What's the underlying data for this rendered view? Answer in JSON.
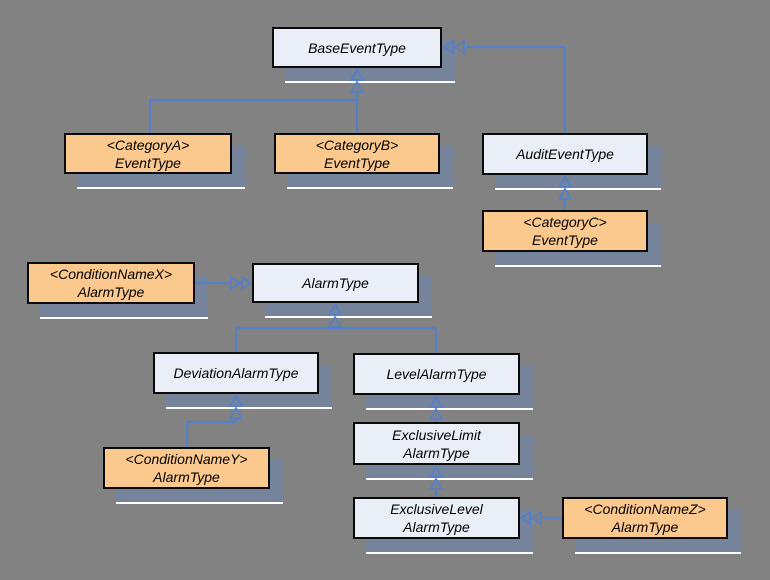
{
  "figure": {
    "description": "Event type hierarchy diagram",
    "notation": "double open triangle arrowheads point from subtype to supertype (HasSubtype)"
  },
  "palette": {
    "background": "#828282",
    "standard_fill": "#EAEFF7",
    "instance_fill": "#FBC88E",
    "border": "#0a0a0a",
    "shadow": "#75839B",
    "connector": "#5580C8"
  },
  "nodes": [
    {
      "id": "base-event-type",
      "kind": "standard",
      "lines": [
        "BaseEventType"
      ]
    },
    {
      "id": "category-a-event-type",
      "kind": "instance",
      "lines": [
        "<CategoryA>",
        "EventType"
      ]
    },
    {
      "id": "category-b-event-type",
      "kind": "instance",
      "lines": [
        "<CategoryB>",
        "EventType"
      ]
    },
    {
      "id": "audit-event-type",
      "kind": "standard",
      "lines": [
        "AuditEventType"
      ]
    },
    {
      "id": "category-c-event-type",
      "kind": "instance",
      "lines": [
        "<CategoryC>",
        "EventType"
      ]
    },
    {
      "id": "condition-name-x-alarm-type",
      "kind": "instance",
      "lines": [
        "<ConditionNameX>",
        "AlarmType"
      ]
    },
    {
      "id": "alarm-type",
      "kind": "standard",
      "lines": [
        "AlarmType"
      ]
    },
    {
      "id": "deviation-alarm-type",
      "kind": "standard",
      "lines": [
        "DeviationAlarmType"
      ]
    },
    {
      "id": "level-alarm-type",
      "kind": "standard",
      "lines": [
        "LevelAlarmType"
      ]
    },
    {
      "id": "condition-name-y-alarm-type",
      "kind": "instance",
      "lines": [
        "<ConditionNameY>",
        "AlarmType"
      ]
    },
    {
      "id": "exclusive-limit-alarm-type",
      "kind": "standard",
      "lines": [
        "ExclusiveLimit",
        "AlarmType"
      ]
    },
    {
      "id": "exclusive-level-alarm-type",
      "kind": "standard",
      "lines": [
        "ExclusiveLevel",
        "AlarmType"
      ]
    },
    {
      "id": "condition-name-z-alarm-type",
      "kind": "instance",
      "lines": [
        "<ConditionNameZ>",
        "AlarmType"
      ]
    }
  ],
  "connections": [
    {
      "from": "category-a-event-type",
      "to": "base-event-type",
      "relation": "HasSubtype"
    },
    {
      "from": "category-b-event-type",
      "to": "base-event-type",
      "relation": "HasSubtype"
    },
    {
      "from": "audit-event-type",
      "to": "base-event-type",
      "relation": "HasSubtype"
    },
    {
      "from": "category-c-event-type",
      "to": "audit-event-type",
      "relation": "HasSubtype"
    },
    {
      "from": "condition-name-x-alarm-type",
      "to": "alarm-type",
      "relation": "HasSubtype"
    },
    {
      "from": "deviation-alarm-type",
      "to": "alarm-type",
      "relation": "HasSubtype"
    },
    {
      "from": "level-alarm-type",
      "to": "alarm-type",
      "relation": "HasSubtype"
    },
    {
      "from": "condition-name-y-alarm-type",
      "to": "deviation-alarm-type",
      "relation": "HasSubtype"
    },
    {
      "from": "exclusive-limit-alarm-type",
      "to": "level-alarm-type",
      "relation": "HasSubtype"
    },
    {
      "from": "exclusive-level-alarm-type",
      "to": "exclusive-limit-alarm-type",
      "relation": "HasSubtype"
    },
    {
      "from": "condition-name-z-alarm-type",
      "to": "exclusive-level-alarm-type",
      "relation": "HasSubtype"
    }
  ]
}
